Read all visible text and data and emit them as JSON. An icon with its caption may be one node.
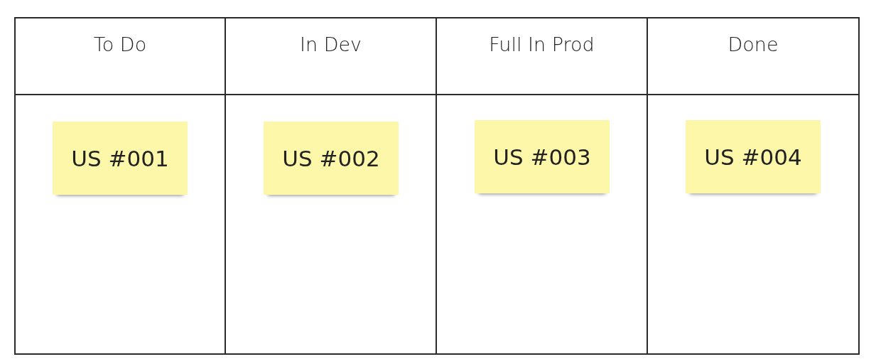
{
  "diagram": {
    "nodes": [
      {
        "text": [
          "To Do"
        ]
      },
      {
        "text": [
          "US #001"
        ],
        "in": 0
      },
      {
        "text": [
          "In Dev"
        ]
      },
      {
        "text": [
          "US #002"
        ],
        "in": 2
      },
      {
        "text": [
          "Full In Prod"
        ]
      },
      {
        "text": [
          "US #003"
        ],
        "in": 4
      },
      {
        "text": [
          "Done"
        ]
      },
      {
        "text": [
          "US #004"
        ],
        "in": 6
      }
    ],
    "edges": []
  }
}
